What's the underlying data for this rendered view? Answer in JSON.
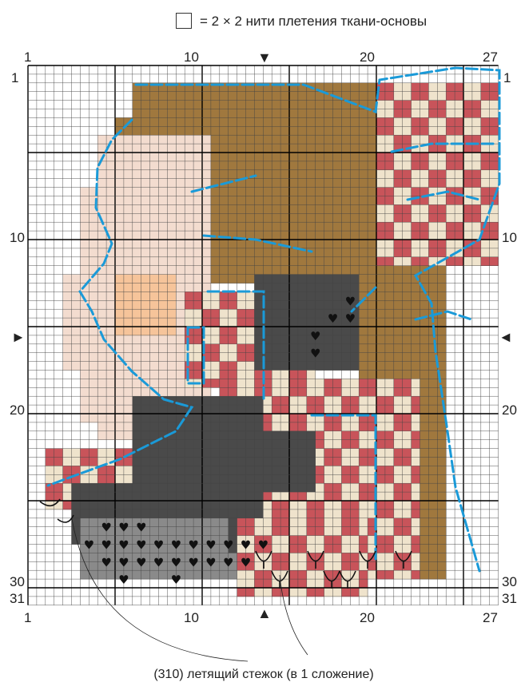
{
  "legend": {
    "symbol": "square-cell",
    "text": "= 2 × 2 нити плетения ткани-основы"
  },
  "axis": {
    "top": [
      "1",
      "10",
      "20",
      "27"
    ],
    "bottom": [
      "1",
      "10",
      "20",
      "27"
    ],
    "left": [
      "1",
      "10",
      "20",
      "30",
      "31"
    ],
    "right": [
      "1",
      "10",
      "20",
      "30",
      "31"
    ]
  },
  "center_markers": {
    "top": "▼",
    "bottom": "▲",
    "left": "►",
    "right": "◄"
  },
  "caption": "(310) летящий стежок (в 1 сложение)",
  "grid": {
    "cols": 27,
    "rows": 31
  },
  "colors": {
    "grid_line": "#444444",
    "grid_major": "#000000",
    "hair_brown": "#a0783e",
    "skin_light": "#f3dccf",
    "skin_blush": "#f6c49a",
    "dark_gray": "#4a4a4a",
    "mid_gray": "#8a8a8a",
    "check_red": "#c8545a",
    "check_cream": "#efe3cc",
    "backstitch_blue": "#1a9ad8"
  }
}
